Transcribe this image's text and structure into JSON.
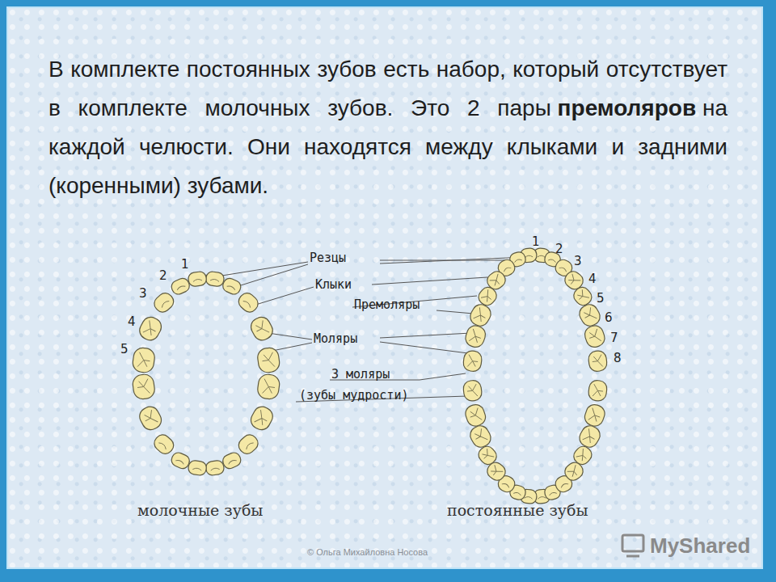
{
  "diagram": {
    "labels": [
      "В комплекте постоянных зубов  есть набор, который отсутствует в комплекте молочных зубов. Это 2 пары",
      "премоляров",
      "на каждой челюсти. Они находятся между клыками и задними (коренными) зубами.",
      "Резцы",
      "Клыки",
      "Премоляры",
      "Моляры",
      "3 моляры",
      "(зубы мудрости)",
      "1",
      "2",
      "3",
      "4",
      "5",
      "1",
      "2",
      "3",
      "4",
      "5",
      "6",
      "7",
      "8",
      "молочные зубы",
      "постоянные зубы",
      "© Ольга Михайловна Носова",
      "MyShared"
    ]
  }
}
